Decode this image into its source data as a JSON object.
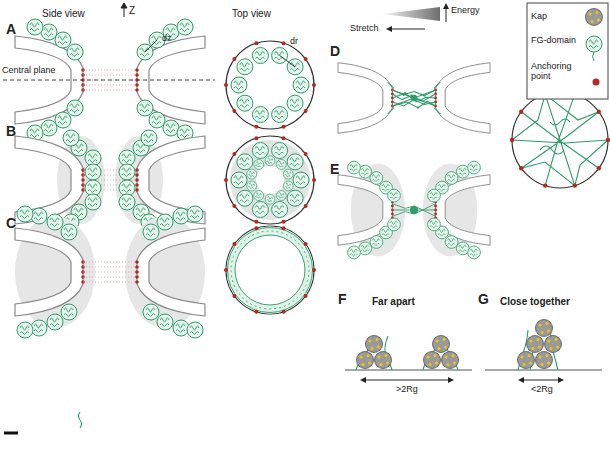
{
  "diagram": {
    "labels": [
      "A",
      "Side view",
      "Z",
      "Top view",
      "Central plane",
      "dz",
      "dr",
      "B",
      "C",
      "D",
      "Stretch",
      "Energy",
      "E",
      "F",
      "Far apart",
      ">2Rg",
      "G",
      "Close together",
      "<2Rg"
    ],
    "legend": [
      {
        "text": "Kap"
      },
      {
        "text": "FG-domain"
      },
      {
        "text": "Anchoring point"
      }
    ]
  }
}
